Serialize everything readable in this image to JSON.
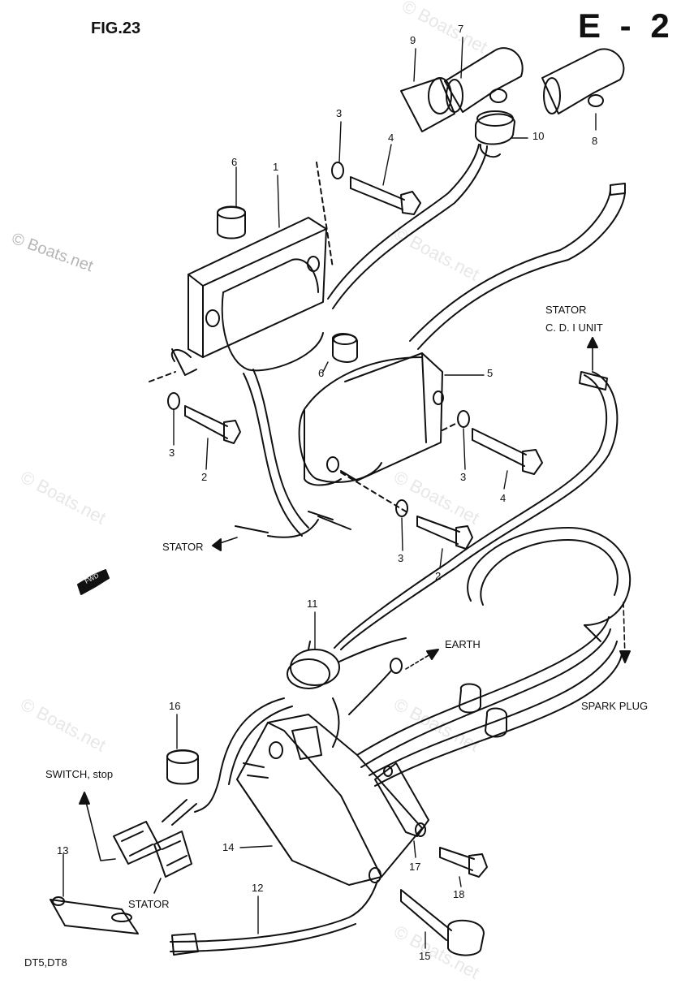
{
  "header": {
    "fig": "FIG.23",
    "section": "E - 2"
  },
  "watermark": {
    "text": "© Boats.net",
    "text_short": "Boats.net"
  },
  "callouts": {
    "c1": "1",
    "c2a": "2",
    "c2b": "2",
    "c3a": "3",
    "c3b": "3",
    "c3c": "3",
    "c3d": "3",
    "c4a": "4",
    "c4b": "4",
    "c5": "5",
    "c6a": "6",
    "c6b": "6",
    "c7": "7",
    "c8": "8",
    "c9": "9",
    "c10": "10",
    "c11": "11",
    "c12": "12",
    "c13": "13",
    "c14": "14",
    "c15": "15",
    "c16": "16",
    "c17": "17",
    "c18": "18"
  },
  "notes": {
    "stator_cdi_line1": "STATOR",
    "stator_cdi_line2": "C. D. I UNIT",
    "stator_left": "STATOR",
    "earth": "EARTH",
    "spark_plug": "SPARK PLUG",
    "switch_stop": "SWITCH, stop",
    "stator_bottom": "STATOR",
    "fwd": "FWD"
  },
  "footer": {
    "models": "DT5,DT8"
  }
}
